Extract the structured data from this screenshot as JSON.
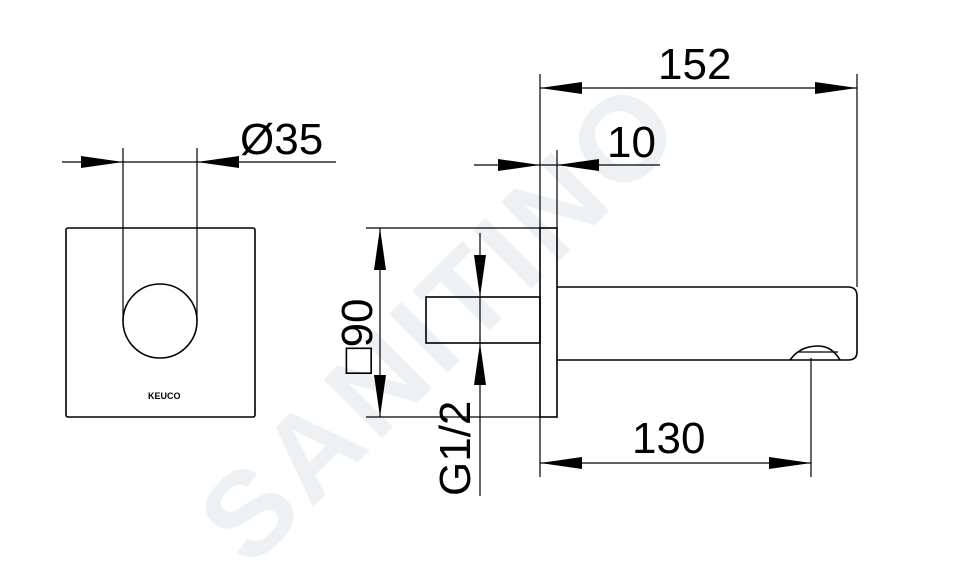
{
  "watermark": "SANITINO",
  "front_view": {
    "diameter_label": "Ø35",
    "logo_text": "KEUCO"
  },
  "side_view": {
    "total_length_label": "152",
    "plate_thickness_label": "10",
    "spout_length_label": "130",
    "plate_size_label": "□90",
    "thread_label": "G1/2"
  }
}
